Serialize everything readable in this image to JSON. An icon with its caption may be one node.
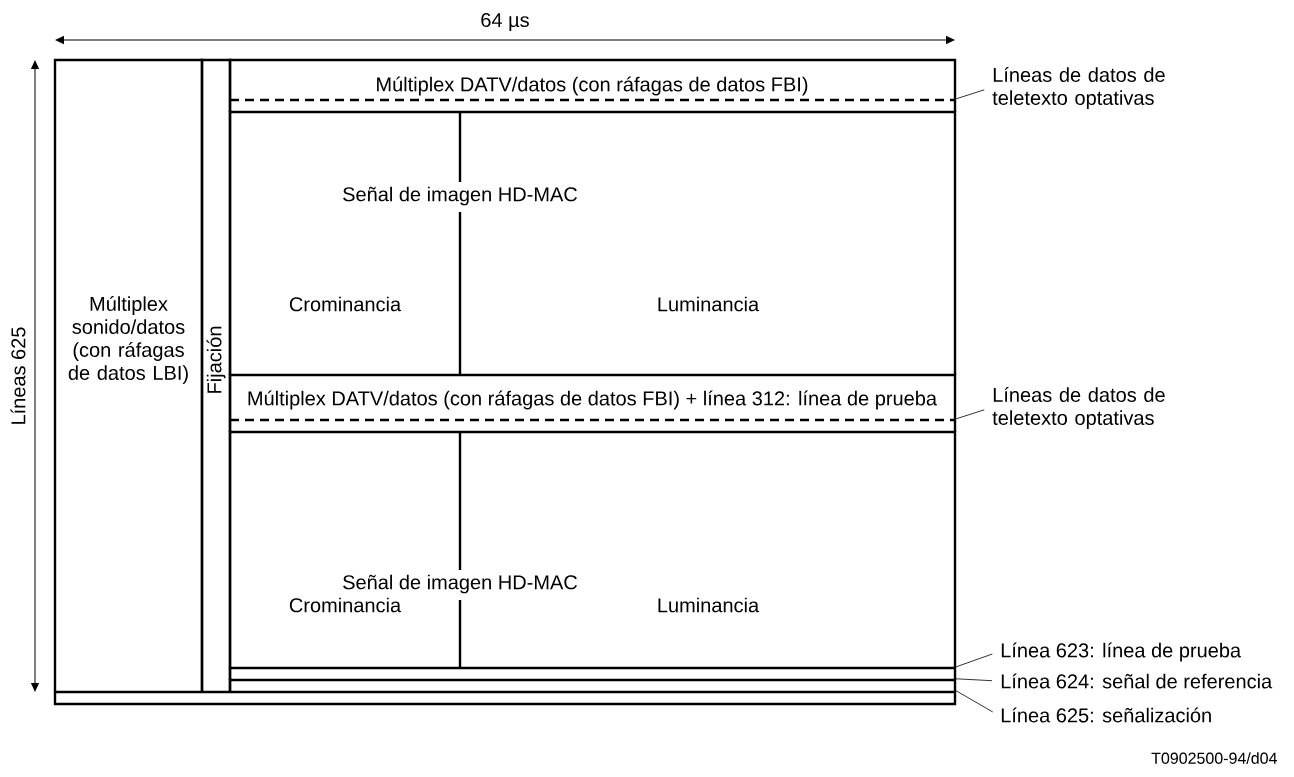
{
  "diagram": {
    "nodes": [
      {
        "text": [
          "Múltiplex sonido/datos (con ráfagas de datos LBI)"
        ]
      },
      {
        "text": [
          "Fijación"
        ]
      },
      {
        "text": [
          "Múltiplex DATV/datos (con ráfagas de datos FBI)"
        ]
      },
      {
        "text": [],
        "shape": "bar",
        "in": 2
      },
      {
        "text": [
          "Señal de imagen HD-MAC"
        ]
      },
      {
        "text": [
          "Crominancia"
        ],
        "in": 4
      },
      {
        "text": [
          "Luminancia"
        ],
        "in": 4
      },
      {
        "text": [
          "Múltiplex DATV/datos (con ráfagas de datos FBI) + línea 312: línea de prueba"
        ]
      },
      {
        "text": [],
        "shape": "bar",
        "in": 7
      },
      {
        "text": [
          "Señal de imagen HD-MAC"
        ]
      },
      {
        "text": [
          "Crominancia"
        ],
        "in": 9
      },
      {
        "text": [
          "Luminancia"
        ],
        "in": 9
      },
      {
        "text": [],
        "shape": "bar"
      },
      {
        "text": [],
        "shape": "bar"
      },
      {
        "text": [],
        "shape": "bar"
      },
      {
        "text": [
          "Líneas de datos de teletexto optativas"
        ]
      },
      {
        "text": [
          "Líneas de datos de teletexto optativas"
        ]
      },
      {
        "text": [
          "Línea 623: línea de prueba"
        ]
      },
      {
        "text": [
          "Línea 624: señal de referencia"
        ]
      },
      {
        "text": [
          "Línea 625: señalización"
        ]
      }
    ],
    "edges": [
      {
        "from": 15,
        "to": 3,
        "arrow": "none"
      },
      {
        "from": 16,
        "to": 8,
        "arrow": "none"
      },
      {
        "from": 17,
        "to": 12,
        "arrow": "none"
      },
      {
        "from": 18,
        "to": 13,
        "arrow": "none"
      },
      {
        "from": 19,
        "to": 14,
        "arrow": "none"
      }
    ],
    "labels": [
      "64 µs",
      "Líneas 625",
      "T0902500-94/d04"
    ]
  }
}
